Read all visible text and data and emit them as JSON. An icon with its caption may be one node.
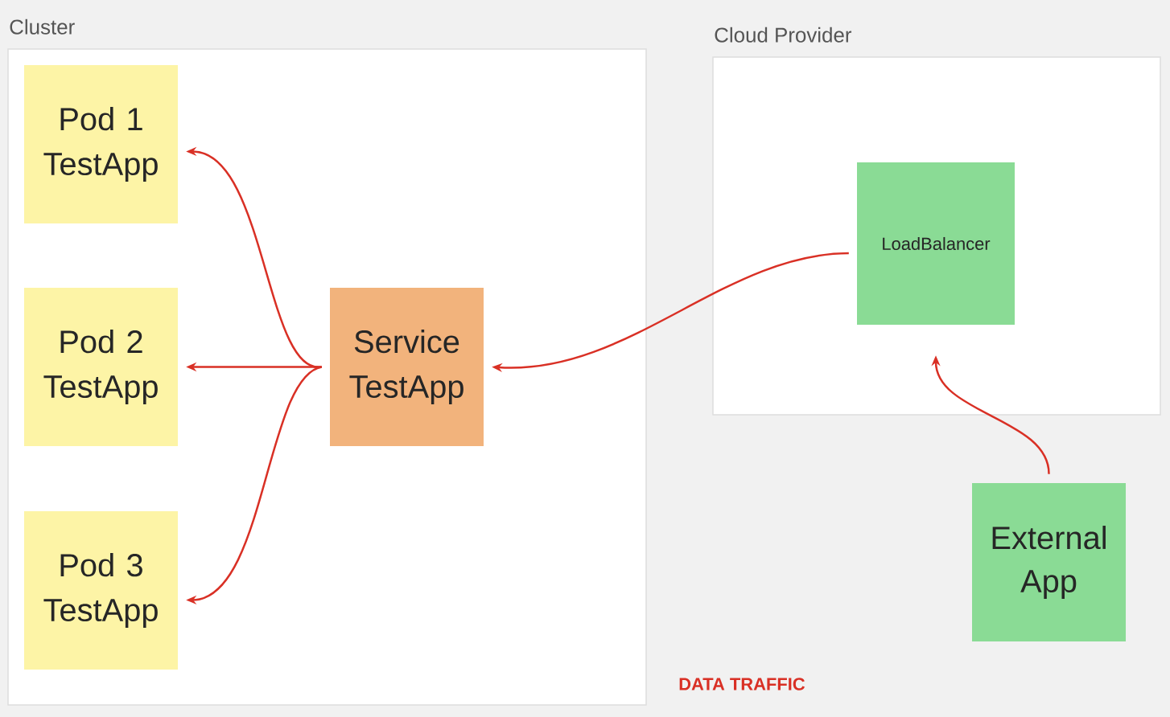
{
  "diagram": {
    "nodes": [
      {
        "text": [
          "Cluster"
        ]
      },
      {
        "text": [
          "Pod 1 TestApp"
        ],
        "in": 0
      },
      {
        "text": [
          "Pod 2 TestApp"
        ],
        "in": 0
      },
      {
        "text": [
          "Pod 3 TestApp"
        ],
        "in": 0
      },
      {
        "text": [
          "Service TestApp"
        ],
        "in": 0
      },
      {
        "text": [
          "Cloud Provider"
        ]
      },
      {
        "text": [
          "LoadBalancer"
        ],
        "in": 5
      },
      {
        "text": [
          "External App"
        ]
      }
    ],
    "edges": [
      {
        "from": 4,
        "to": 1,
        "arrow": "to"
      },
      {
        "from": 4,
        "to": 2,
        "arrow": "to"
      },
      {
        "from": 4,
        "to": 3,
        "arrow": "to"
      },
      {
        "from": 6,
        "to": 4,
        "arrow": "to"
      },
      {
        "from": 7,
        "to": 6,
        "arrow": "to"
      }
    ],
    "labels": [
      "DATA TRAFFIC"
    ]
  }
}
